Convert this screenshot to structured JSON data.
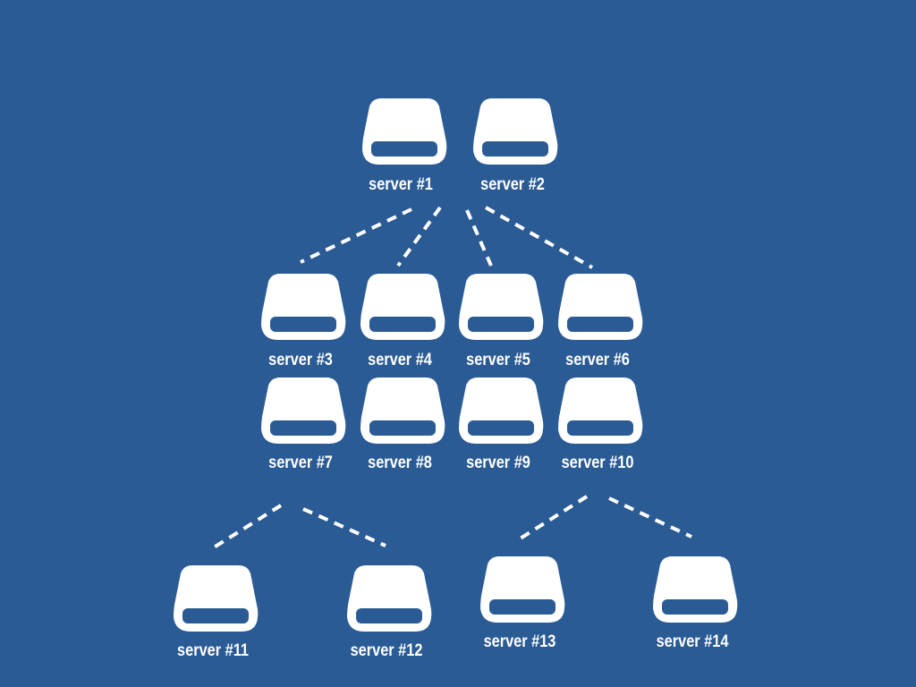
{
  "colors": {
    "background": "#2b5b94",
    "foreground": "#ffffff"
  },
  "diagram": {
    "icon": "hard-drive-icon",
    "servers": [
      {
        "id": "s1",
        "label": "server #1"
      },
      {
        "id": "s2",
        "label": "server #2"
      },
      {
        "id": "s3",
        "label": "server #3"
      },
      {
        "id": "s4",
        "label": "server #4"
      },
      {
        "id": "s5",
        "label": "server #5"
      },
      {
        "id": "s6",
        "label": "server #6"
      },
      {
        "id": "s7",
        "label": "server #7"
      },
      {
        "id": "s8",
        "label": "server #8"
      },
      {
        "id": "s9",
        "label": "server #9"
      },
      {
        "id": "s10",
        "label": "server #10"
      },
      {
        "id": "s11",
        "label": "server #11"
      },
      {
        "id": "s12",
        "label": "server #12"
      },
      {
        "id": "s13",
        "label": "server #13"
      },
      {
        "id": "s14",
        "label": "server #14"
      }
    ],
    "connections": [
      {
        "from": "s1",
        "to": "s3"
      },
      {
        "from": "s1",
        "to": "s4"
      },
      {
        "from": "s2",
        "to": "s5"
      },
      {
        "from": "s2",
        "to": "s6"
      },
      {
        "from": "s7",
        "to": "s11"
      },
      {
        "from": "s7",
        "to": "s12"
      },
      {
        "from": "s10",
        "to": "s13"
      },
      {
        "from": "s10",
        "to": "s14"
      }
    ]
  }
}
